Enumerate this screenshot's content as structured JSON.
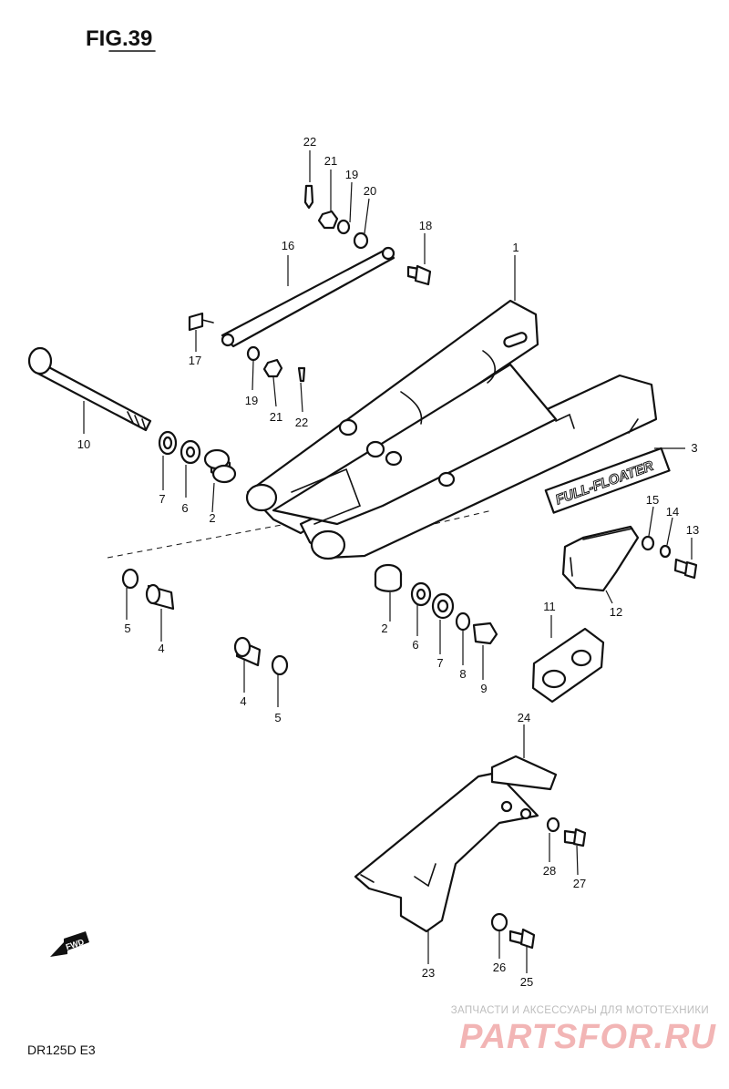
{
  "figure": {
    "title": "FIG.39",
    "model": "DR125D  E3"
  },
  "decal_text": "FULL-FLOATER",
  "fwd_label": "FWD",
  "callouts": [
    {
      "id": "c1",
      "label": "1"
    },
    {
      "id": "c2a",
      "label": "2"
    },
    {
      "id": "c2b",
      "label": "2"
    },
    {
      "id": "c3",
      "label": "3"
    },
    {
      "id": "c4a",
      "label": "4"
    },
    {
      "id": "c4b",
      "label": "4"
    },
    {
      "id": "c5a",
      "label": "5"
    },
    {
      "id": "c5b",
      "label": "5"
    },
    {
      "id": "c6a",
      "label": "6"
    },
    {
      "id": "c6b",
      "label": "6"
    },
    {
      "id": "c7a",
      "label": "7"
    },
    {
      "id": "c7b",
      "label": "7"
    },
    {
      "id": "c8",
      "label": "8"
    },
    {
      "id": "c9",
      "label": "9"
    },
    {
      "id": "c10",
      "label": "10"
    },
    {
      "id": "c11",
      "label": "11"
    },
    {
      "id": "c12",
      "label": "12"
    },
    {
      "id": "c13",
      "label": "13"
    },
    {
      "id": "c14",
      "label": "14"
    },
    {
      "id": "c15",
      "label": "15"
    },
    {
      "id": "c16",
      "label": "16"
    },
    {
      "id": "c17",
      "label": "17"
    },
    {
      "id": "c18",
      "label": "18"
    },
    {
      "id": "c19a",
      "label": "19"
    },
    {
      "id": "c19b",
      "label": "19"
    },
    {
      "id": "c20",
      "label": "20"
    },
    {
      "id": "c21a",
      "label": "21"
    },
    {
      "id": "c21b",
      "label": "21"
    },
    {
      "id": "c22a",
      "label": "22"
    },
    {
      "id": "c22b",
      "label": "22"
    },
    {
      "id": "c23",
      "label": "23"
    },
    {
      "id": "c24",
      "label": "24"
    },
    {
      "id": "c25",
      "label": "25"
    },
    {
      "id": "c26",
      "label": "26"
    },
    {
      "id": "c27",
      "label": "27"
    },
    {
      "id": "c28",
      "label": "28"
    }
  ],
  "watermark": {
    "line1": "ЗАПЧАСТИ И АКСЕССУАРЫ ДЛЯ МОТОТЕХНИКИ",
    "line2": "PARTSFOR.RU",
    "line2_color": "#f2b5b5"
  }
}
